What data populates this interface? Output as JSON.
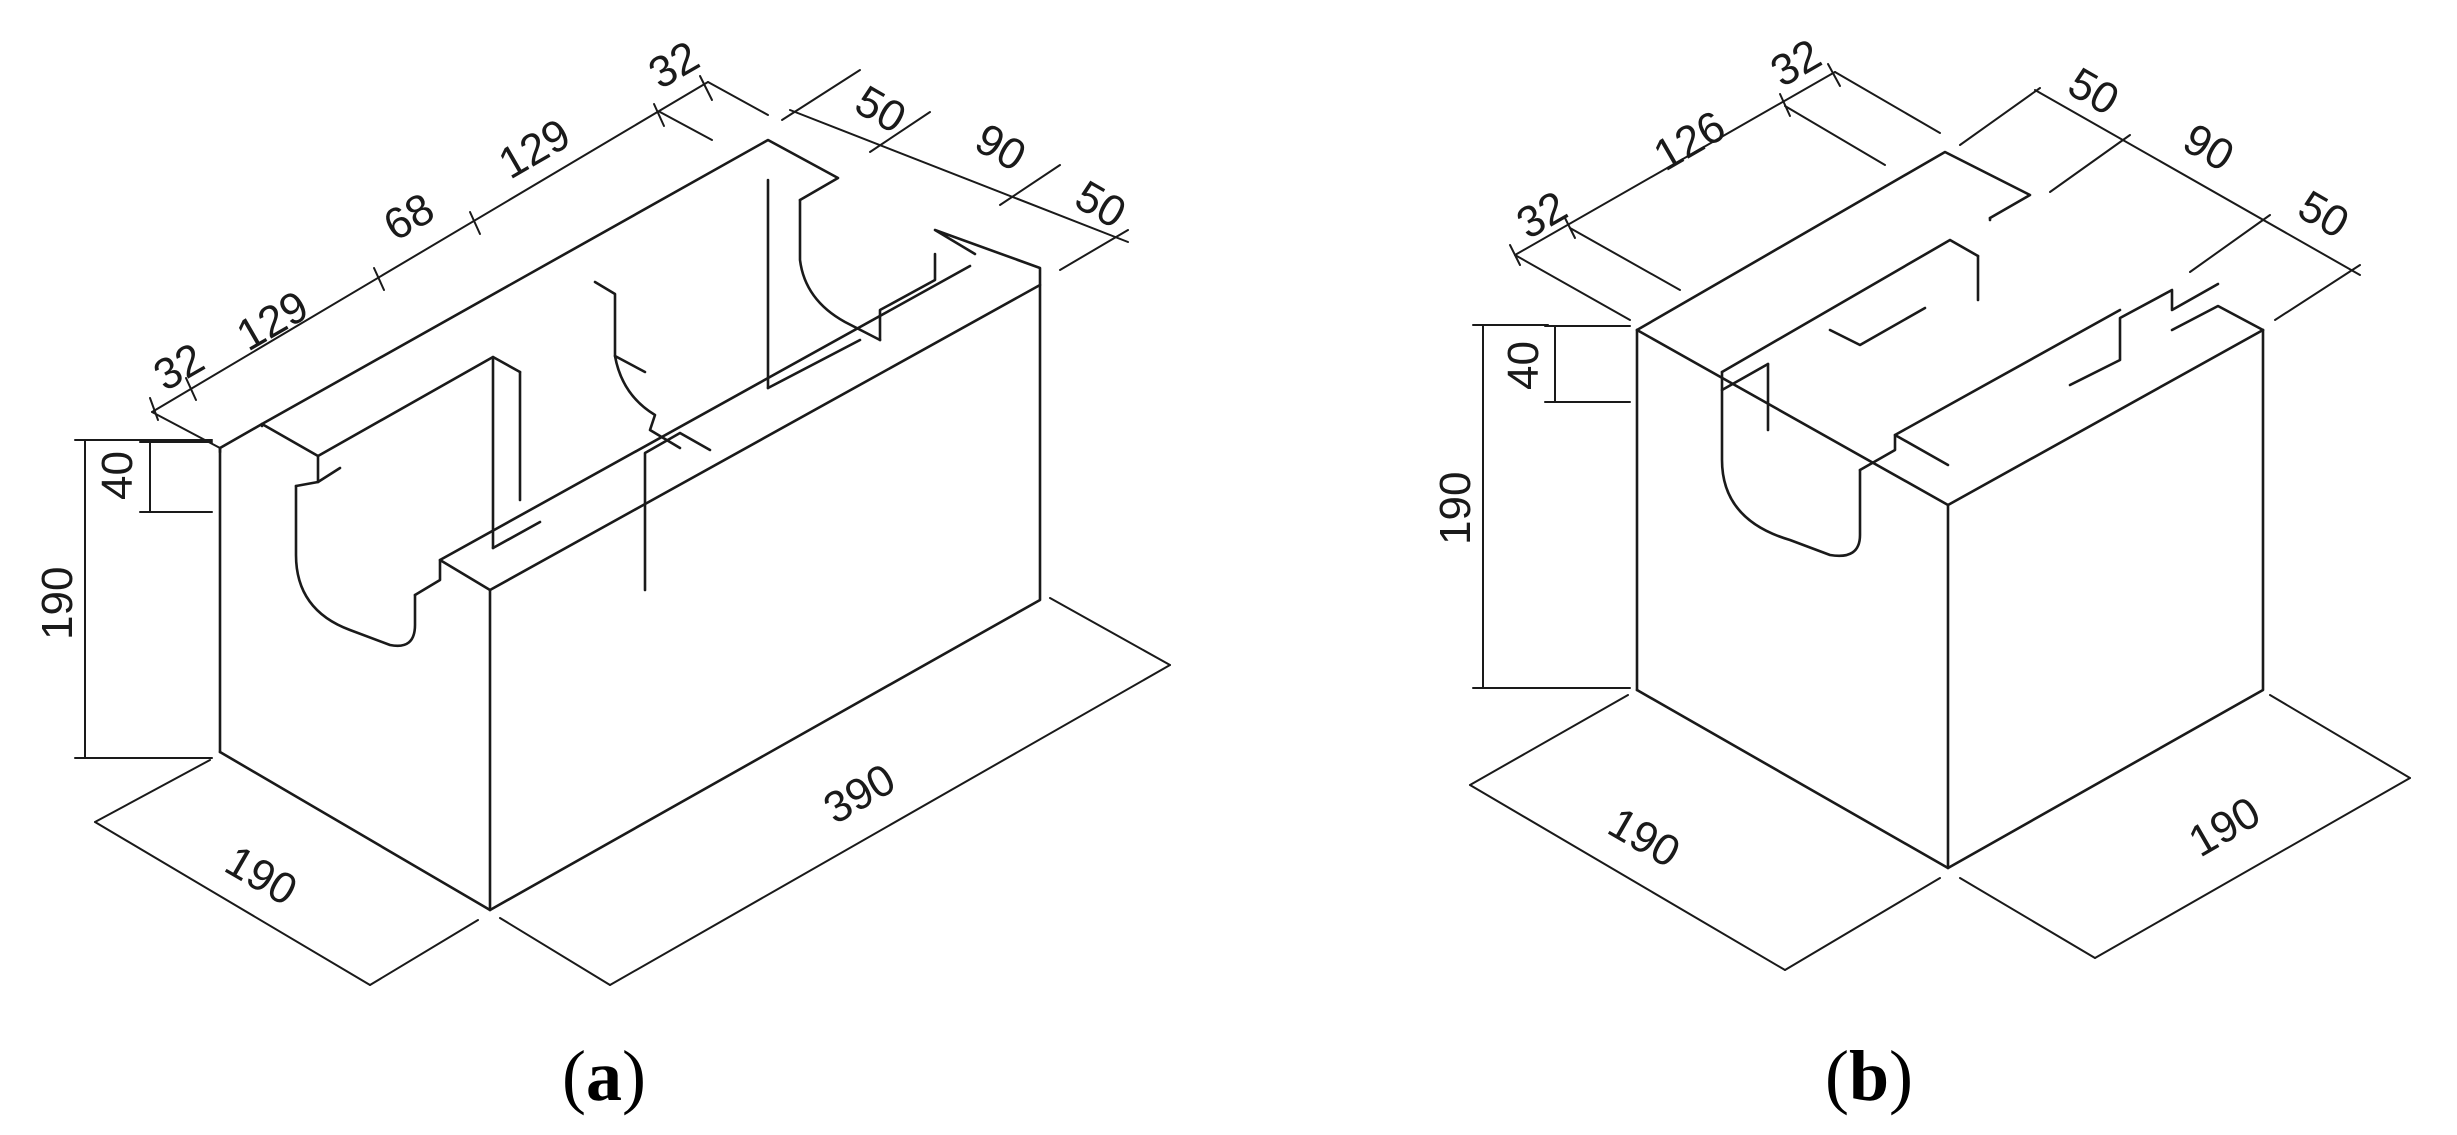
{
  "panels": [
    {
      "id": "a",
      "caption_open": "(",
      "caption_letter": "a",
      "caption_close": ")",
      "dims": {
        "top": [
          "32",
          "129",
          "68",
          "129",
          "32"
        ],
        "right": [
          "50",
          "90",
          "50"
        ],
        "notch": "40",
        "height": "190",
        "width": "190",
        "length": "390"
      }
    },
    {
      "id": "b",
      "caption_open": "(",
      "caption_letter": "b",
      "caption_close": ")",
      "dims": {
        "top": [
          "32",
          "126",
          "32"
        ],
        "right": [
          "50",
          "90",
          "50"
        ],
        "notch": "40",
        "height": "190",
        "width": "190",
        "length": "190"
      }
    }
  ]
}
